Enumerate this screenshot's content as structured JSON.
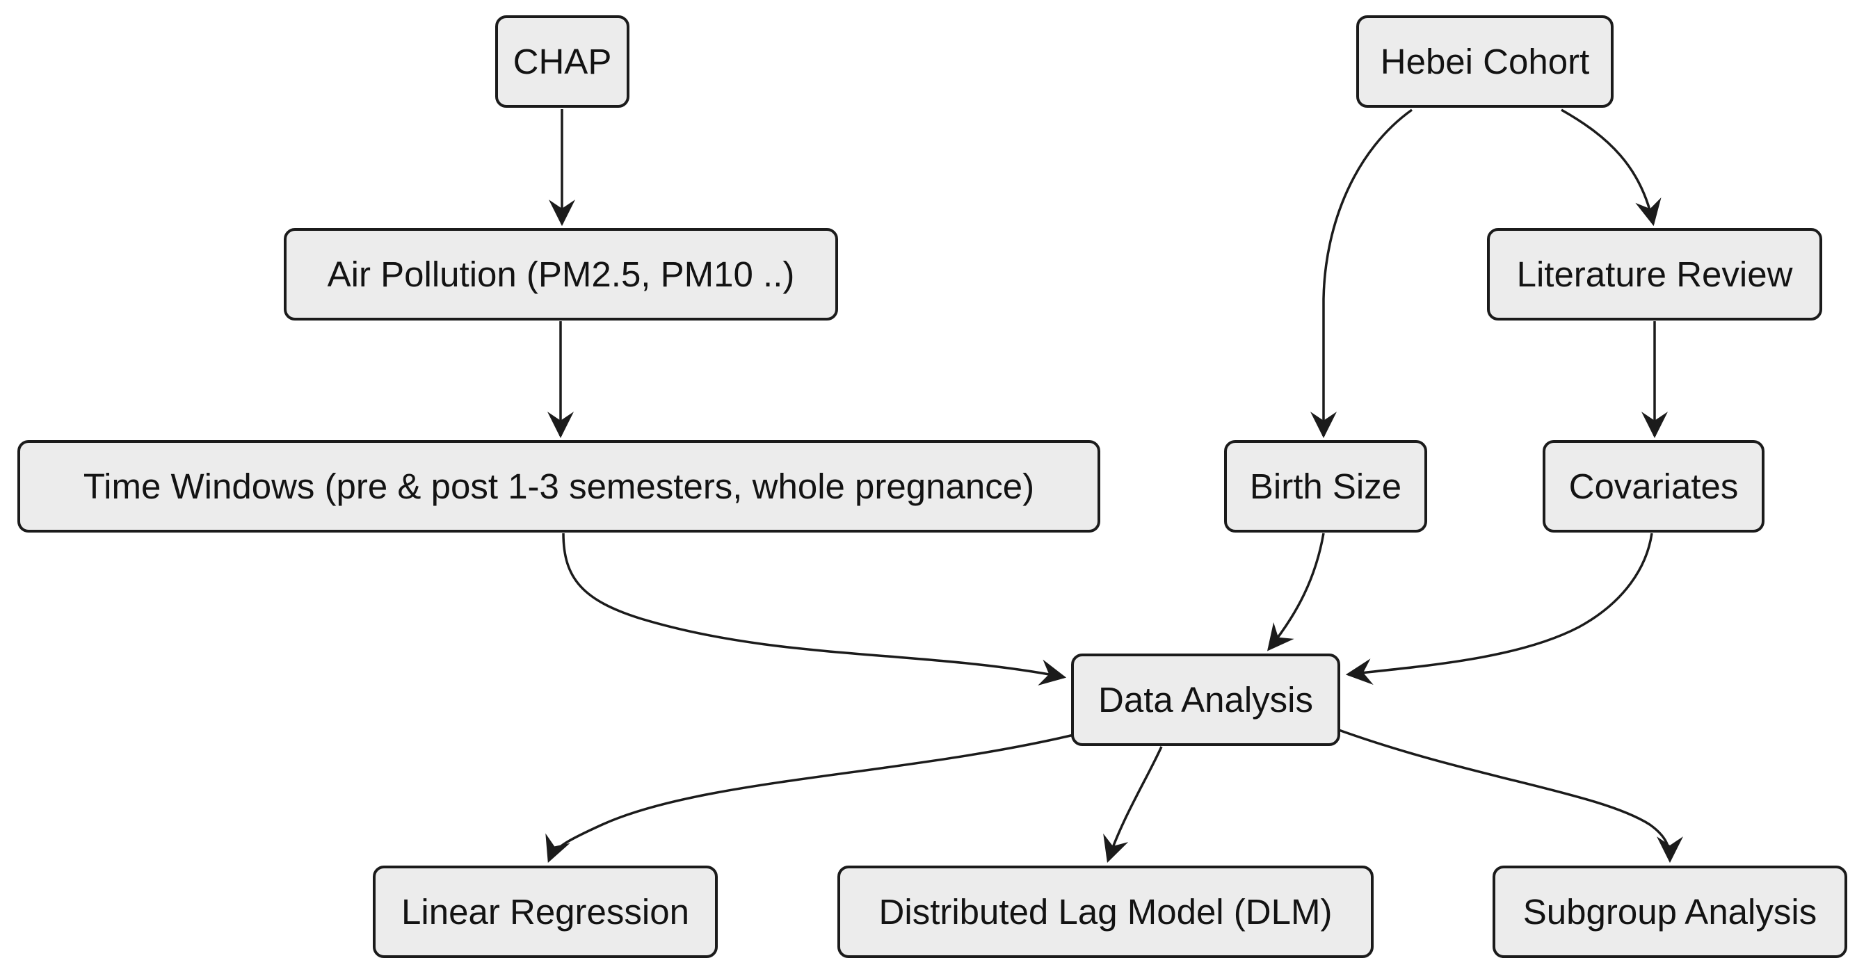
{
  "diagram": {
    "type": "flowchart",
    "direction": "top-down",
    "background_color": "#ffffff",
    "node_fill_color": "#ececec",
    "node_border_color": "#1b1b1b",
    "edge_color": "#1b1b1b",
    "text_color": "#131313"
  },
  "nodes": {
    "chap": {
      "label": "CHAP"
    },
    "hebei_cohort": {
      "label": "Hebei Cohort"
    },
    "air_pollution": {
      "label": "Air Pollution (PM2.5, PM10 ..)"
    },
    "literature_review": {
      "label": "Literature Review"
    },
    "time_windows": {
      "label": "Time Windows (pre & post 1-3 semesters, whole pregnance)"
    },
    "birth_size": {
      "label": "Birth Size"
    },
    "covariates": {
      "label": "Covariates"
    },
    "data_analysis": {
      "label": "Data Analysis"
    },
    "linear_regression": {
      "label": "Linear Regression"
    },
    "dlm": {
      "label": "Distributed Lag Model (DLM)"
    },
    "subgroup_analysis": {
      "label": "Subgroup Analysis"
    }
  },
  "edges": [
    {
      "from": "CHAP",
      "to": "Air Pollution (PM2.5, PM10 ..)"
    },
    {
      "from": "Air Pollution (PM2.5, PM10 ..)",
      "to": "Time Windows (pre & post 1-3 semesters, whole pregnance)"
    },
    {
      "from": "Hebei Cohort",
      "to": "Birth Size"
    },
    {
      "from": "Hebei Cohort",
      "to": "Literature Review"
    },
    {
      "from": "Literature Review",
      "to": "Covariates"
    },
    {
      "from": "Time Windows (pre & post 1-3 semesters, whole pregnance)",
      "to": "Data Analysis"
    },
    {
      "from": "Birth Size",
      "to": "Data Analysis"
    },
    {
      "from": "Covariates",
      "to": "Data Analysis"
    },
    {
      "from": "Data Analysis",
      "to": "Linear Regression"
    },
    {
      "from": "Data Analysis",
      "to": "Distributed Lag Model (DLM)"
    },
    {
      "from": "Data Analysis",
      "to": "Subgroup Analysis"
    }
  ]
}
